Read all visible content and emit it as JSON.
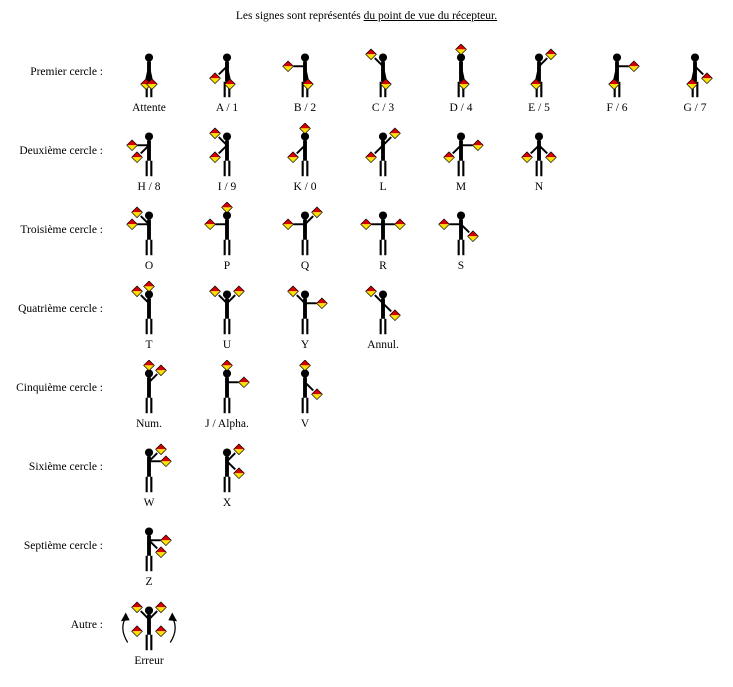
{
  "title": {
    "text_before": "Les signes sont représentés ",
    "text_underlined": "du point de vue du récepteur.",
    "text_after": ""
  },
  "colors": {
    "flag_red": "#d40000",
    "flag_yellow": "#ffe000",
    "figure": "#000000"
  },
  "rows": [
    {
      "label": "Premier cercle :",
      "signals": [
        {
          "name": "Attente",
          "flags": [
            "down",
            "down"
          ]
        },
        {
          "name": "A / 1",
          "flags": [
            "downleft",
            "down"
          ]
        },
        {
          "name": "B / 2",
          "flags": [
            "left",
            "down"
          ]
        },
        {
          "name": "C / 3",
          "flags": [
            "upleft",
            "down"
          ]
        },
        {
          "name": "D / 4",
          "flags": [
            "up",
            "down"
          ]
        },
        {
          "name": "E / 5",
          "flags": [
            "down",
            "upright"
          ]
        },
        {
          "name": "F / 6",
          "flags": [
            "down",
            "right"
          ]
        },
        {
          "name": "G / 7",
          "flags": [
            "down",
            "downright"
          ]
        }
      ]
    },
    {
      "label": "Deuxième cercle :",
      "signals": [
        {
          "name": "H / 8",
          "flags": [
            "left",
            "downleft"
          ]
        },
        {
          "name": "I / 9",
          "flags": [
            "upleft",
            "downleft"
          ]
        },
        {
          "name": "K / 0",
          "flags": [
            "up",
            "downleft"
          ]
        },
        {
          "name": "L",
          "flags": [
            "upright",
            "downleft"
          ]
        },
        {
          "name": "M",
          "flags": [
            "right",
            "downleft"
          ]
        },
        {
          "name": "N",
          "flags": [
            "downright",
            "downleft"
          ]
        }
      ]
    },
    {
      "label": "Troisième cercle :",
      "signals": [
        {
          "name": "O",
          "flags": [
            "upleft",
            "left"
          ]
        },
        {
          "name": "P",
          "flags": [
            "up",
            "left"
          ]
        },
        {
          "name": "Q",
          "flags": [
            "upright",
            "left"
          ]
        },
        {
          "name": "R",
          "flags": [
            "right",
            "left"
          ]
        },
        {
          "name": "S",
          "flags": [
            "downright",
            "left"
          ]
        }
      ]
    },
    {
      "label": "Quatrième cercle :",
      "signals": [
        {
          "name": "T",
          "flags": [
            "up",
            "upleft"
          ]
        },
        {
          "name": "U",
          "flags": [
            "upright",
            "upleft"
          ]
        },
        {
          "name": "Y",
          "flags": [
            "right",
            "upleft"
          ]
        },
        {
          "name": "Annul.",
          "flags": [
            "downright",
            "upleft"
          ]
        }
      ]
    },
    {
      "label": "Cinquième cercle :",
      "signals": [
        {
          "name": "Num.",
          "flags": [
            "upright",
            "up"
          ]
        },
        {
          "name": "J / Alpha.",
          "flags": [
            "right",
            "up"
          ]
        },
        {
          "name": "V",
          "flags": [
            "downright",
            "up"
          ]
        }
      ]
    },
    {
      "label": "Sixième cercle :",
      "signals": [
        {
          "name": "W",
          "flags": [
            "upright",
            "right"
          ]
        },
        {
          "name": "X",
          "flags": [
            "upright",
            "downright"
          ]
        }
      ]
    },
    {
      "label": "Septième cercle :",
      "signals": [
        {
          "name": "Z",
          "flags": [
            "right",
            "downright"
          ]
        }
      ]
    },
    {
      "label": "Autre :",
      "signals": [
        {
          "name": "Erreur",
          "flags": [
            "upleft",
            "upright"
          ],
          "special": "waving"
        }
      ]
    }
  ]
}
